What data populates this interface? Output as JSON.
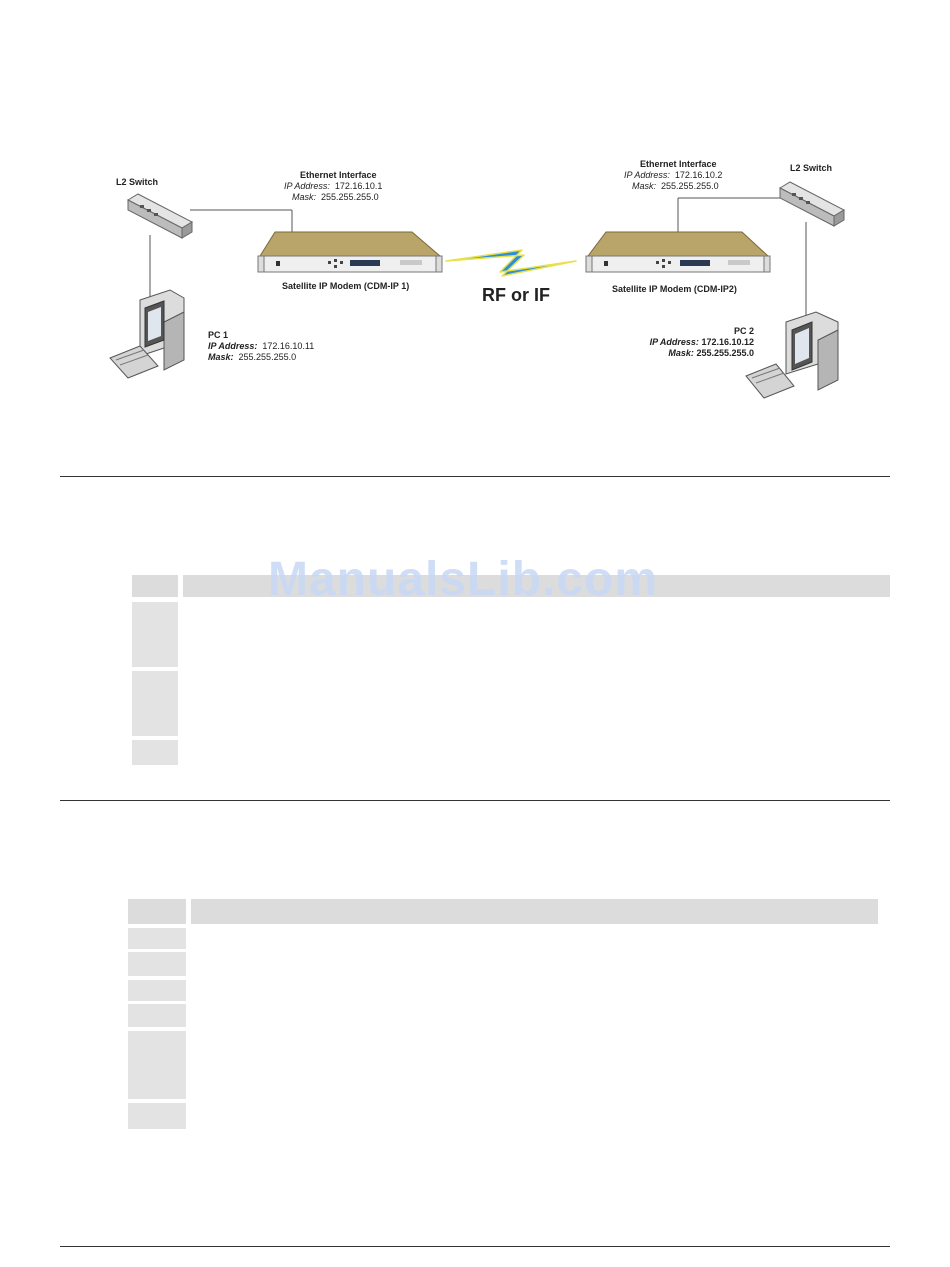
{
  "diagram": {
    "left_switch": {
      "label": "L2 Switch"
    },
    "right_switch": {
      "label": "L2 Switch"
    },
    "left_eth": {
      "title": "Ethernet Interface",
      "ip_label": "IP Address:",
      "ip": "172.16.10.1",
      "mask_label": "Mask:",
      "mask": "255.255.255.0"
    },
    "right_eth": {
      "title": "Ethernet Interface",
      "ip_label": "IP Address:",
      "ip": "172.16.10.2",
      "mask_label": "Mask:",
      "mask": "255.255.255.0"
    },
    "left_modem": {
      "label": "Satellite IP Modem (CDM-IP 1)"
    },
    "right_modem": {
      "label": "Satellite IP Modem (CDM-IP2)"
    },
    "link": {
      "label": "RF or IF"
    },
    "pc1": {
      "title": "PC 1",
      "ip_label": "IP Address:",
      "ip": "172.16.10.11",
      "mask_label": "Mask:",
      "mask": "255.255.255.0"
    },
    "pc2": {
      "title": "PC 2",
      "ip_label": "IP Address:",
      "ip": "172.16.10.12",
      "mask_label": "Mask:",
      "mask": "255.255.255.0"
    }
  },
  "watermark": {
    "text": "ManualsLib.com"
  },
  "colors": {
    "modem_body": "#b9a46a",
    "link_bolt": "#2e8fd8",
    "link_bolt_edge": "#e8e04a",
    "table_fill": "#e3e3e3"
  }
}
